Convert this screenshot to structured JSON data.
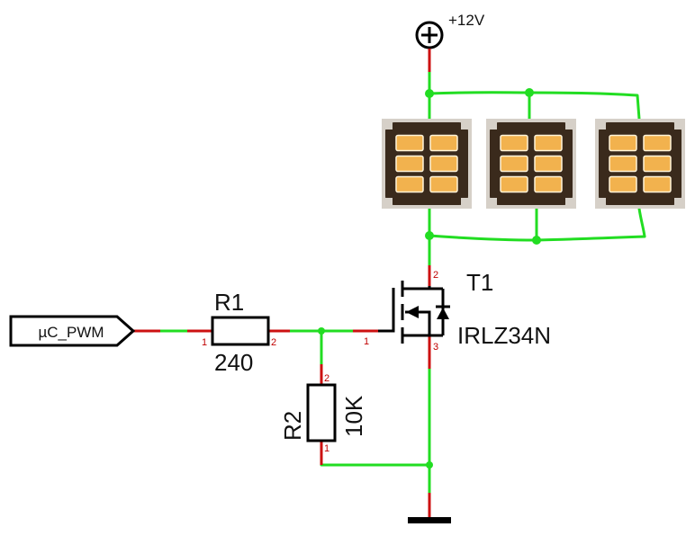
{
  "colors": {
    "wire": "#22dd22",
    "pin_stub": "#cc1111",
    "symbol": "#000000",
    "led_board": "#d6d0c8",
    "led_chip": "#f2b24e",
    "led_board_dark": "#3a2a1c"
  },
  "supply": {
    "label": "+12V"
  },
  "input": {
    "label": "µC_PWM"
  },
  "r1": {
    "name": "R1",
    "value": "240",
    "pin1": "1",
    "pin2": "2"
  },
  "r2": {
    "name": "R2",
    "value": "10K",
    "pin1": "1",
    "pin2": "2"
  },
  "t1": {
    "name": "T1",
    "part": "IRLZ34N",
    "gate_pin": "1",
    "drain_pin": "2",
    "source_pin": "3"
  },
  "led_modules": [
    {
      "id": "led-module-1",
      "chips": 6
    },
    {
      "id": "led-module-2",
      "chips": 6
    },
    {
      "id": "led-module-3",
      "chips": 6
    }
  ]
}
